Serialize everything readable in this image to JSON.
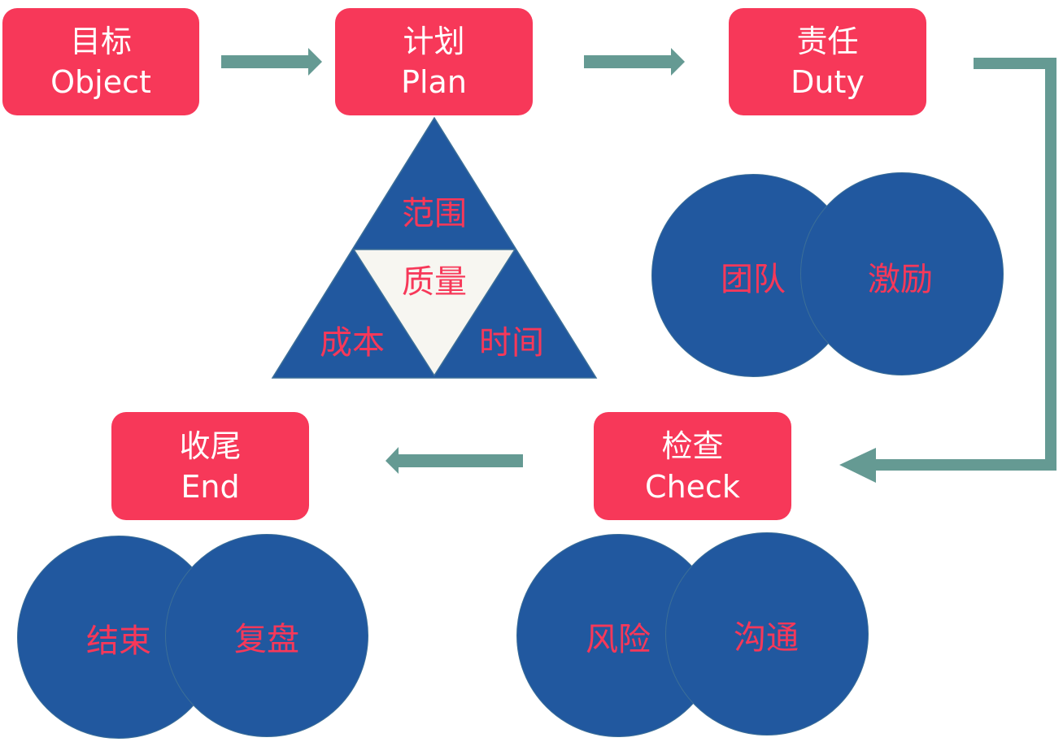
{
  "colors": {
    "step_box": "#f73859",
    "step_text": "#ffffff",
    "circle_fill": "#21589f",
    "label_red": "#f73859",
    "arrow": "#659a93",
    "triangle_center": "#f7f6f1"
  },
  "steps": [
    {
      "zh": "目标",
      "en": "Object"
    },
    {
      "zh": "计划",
      "en": "Plan"
    },
    {
      "zh": "责任",
      "en": "Duty"
    },
    {
      "zh": "检查",
      "en": "Check"
    },
    {
      "zh": "收尾",
      "en": "End"
    }
  ],
  "plan_triangle": {
    "top": "范围",
    "center": "质量",
    "left": "成本",
    "right": "时间"
  },
  "duty_circles": [
    "团队",
    "激励"
  ],
  "check_circles": [
    "风险",
    "沟通"
  ],
  "end_circles": [
    "结束",
    "复盘"
  ],
  "flow_arrows": [
    "right",
    "right",
    "down-left",
    "left"
  ]
}
